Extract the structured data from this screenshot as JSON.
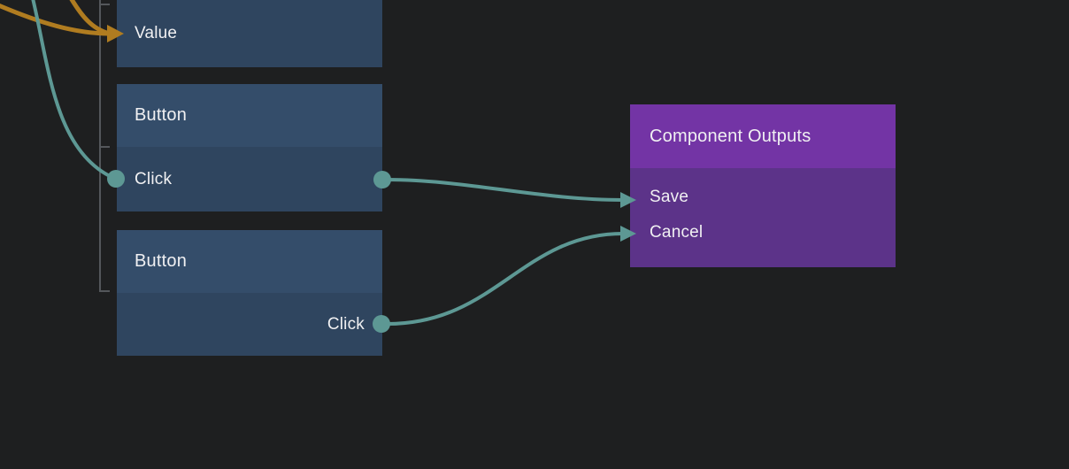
{
  "colors": {
    "background": "#1e1f20",
    "node_header_blue": "#344d6a",
    "node_body_blue": "#2f455f",
    "purple_header": "#7334a5",
    "purple_body": "#5c3389",
    "wire_teal": "#5d9894",
    "wire_orange": "#b07c20",
    "guide_gray": "#54575b",
    "text_light": "#f0f0f2"
  },
  "nodes": {
    "value_partial": {
      "rows": [
        {
          "label": "Value"
        }
      ]
    },
    "button_1": {
      "title": "Button",
      "rows": [
        {
          "label": "Click"
        }
      ]
    },
    "button_2": {
      "title": "Button",
      "rows": [
        {
          "label": "Click"
        }
      ]
    },
    "component_outputs": {
      "title": "Component Outputs",
      "rows": [
        {
          "label": "Save"
        },
        {
          "label": "Cancel"
        }
      ]
    }
  }
}
